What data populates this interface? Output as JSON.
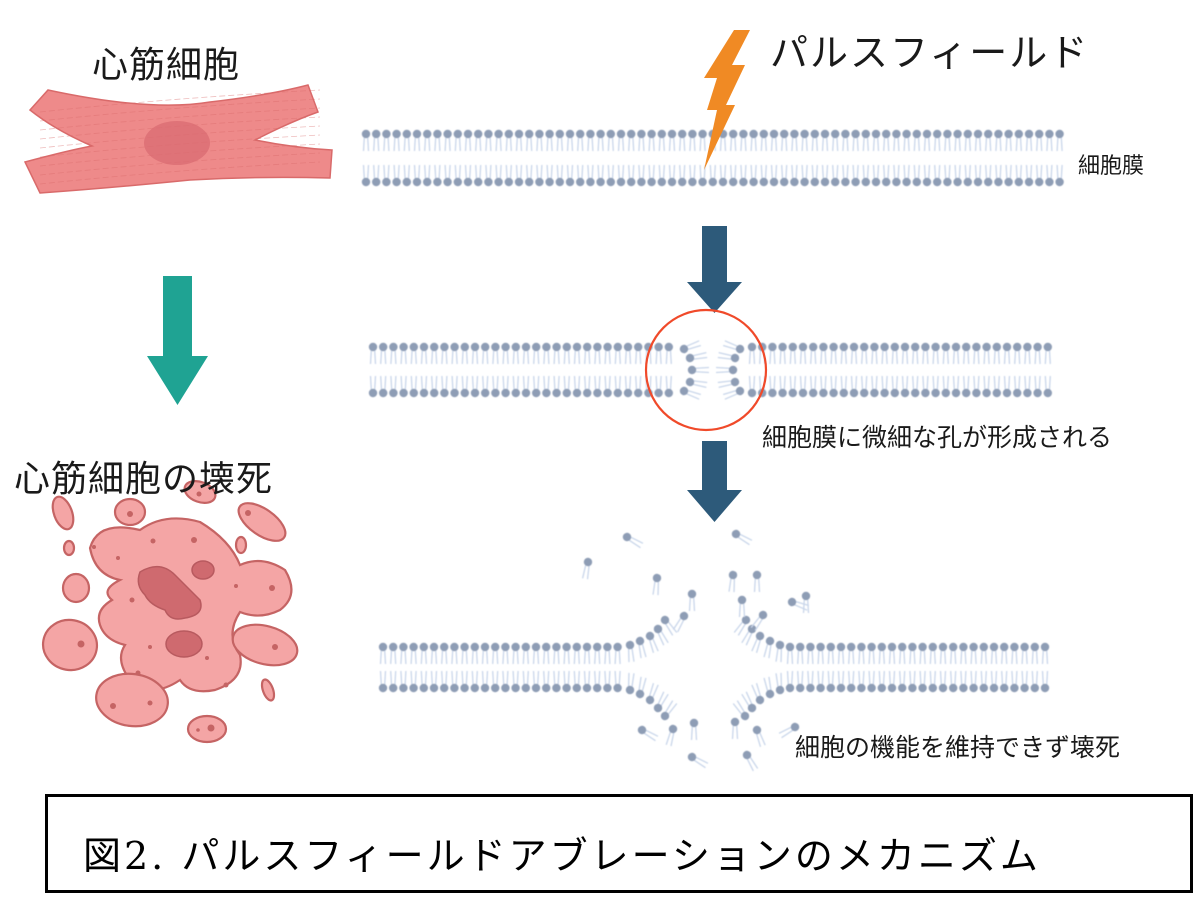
{
  "labels": {
    "cardiomyocyte": "心筋細胞",
    "pulse_field": "パルスフィールド",
    "cell_membrane": "細胞膜",
    "cardiomyocyte_necrosis": "心筋細胞の壊死",
    "pore_formation": "細胞膜に微細な孔が形成される",
    "cell_death": "細胞の機能を維持できず壊死"
  },
  "caption": "図2. パルスフィールドアブレーションのメカニズム",
  "colors": {
    "cell_fill": "#ee8a8a",
    "cell_stroke": "#d96a6a",
    "nucleus": "#d96b72",
    "necrosis_fill": "#f4a5a5",
    "necrosis_stroke": "#c56464",
    "necrosis_dark": "#cf6a6f",
    "teal_arrow": "#1fa393",
    "navy_arrow": "#2d5a7a",
    "lightning": "#f08a24",
    "lipid_head": "#8e9db5",
    "lipid_tail": "#c9d6ea",
    "pore_circle": "#f04a2a"
  },
  "icons": {
    "lightning": "lightning-bolt-icon",
    "arrow_down_teal": "arrow-down-icon",
    "arrow_down_navy": "arrow-down-icon"
  }
}
